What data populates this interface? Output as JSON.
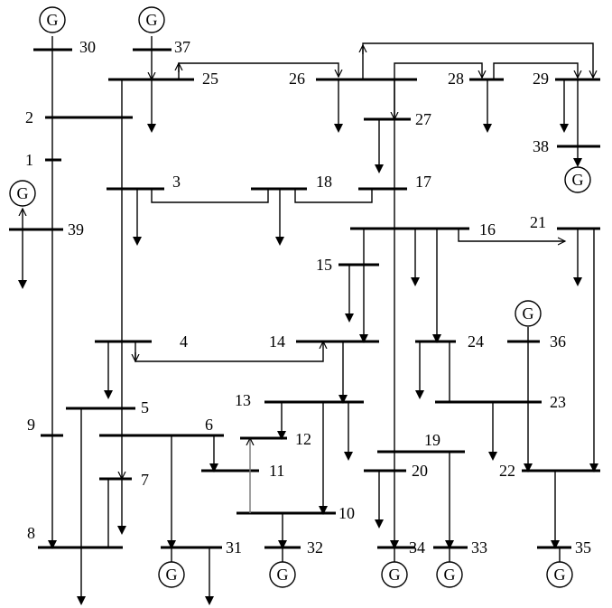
{
  "diagram": {
    "type": "IEEE 39-bus power system one-line diagram",
    "generator_symbol": "G",
    "colors": {
      "line": "#000000",
      "background": "#ffffff"
    },
    "bus_labels": {
      "b1": "1",
      "b2": "2",
      "b3": "3",
      "b4": "4",
      "b5": "5",
      "b6": "6",
      "b7": "7",
      "b8": "8",
      "b9": "9",
      "b10": "10",
      "b11": "11",
      "b12": "12",
      "b13": "13",
      "b14": "14",
      "b15": "15",
      "b16": "16",
      "b17": "17",
      "b18": "18",
      "b19": "19",
      "b20": "20",
      "b21": "21",
      "b22": "22",
      "b23": "23",
      "b24": "24",
      "b25": "25",
      "b26": "26",
      "b27": "27",
      "b28": "28",
      "b29": "29",
      "b30": "30",
      "b31": "31",
      "b32": "32",
      "b33": "33",
      "b34": "34",
      "b35": "35",
      "b36": "36",
      "b37": "37",
      "b38": "38",
      "b39": "39"
    },
    "generator_buses": [
      "30",
      "37",
      "39",
      "38",
      "36",
      "31",
      "32",
      "34",
      "33",
      "35"
    ]
  }
}
